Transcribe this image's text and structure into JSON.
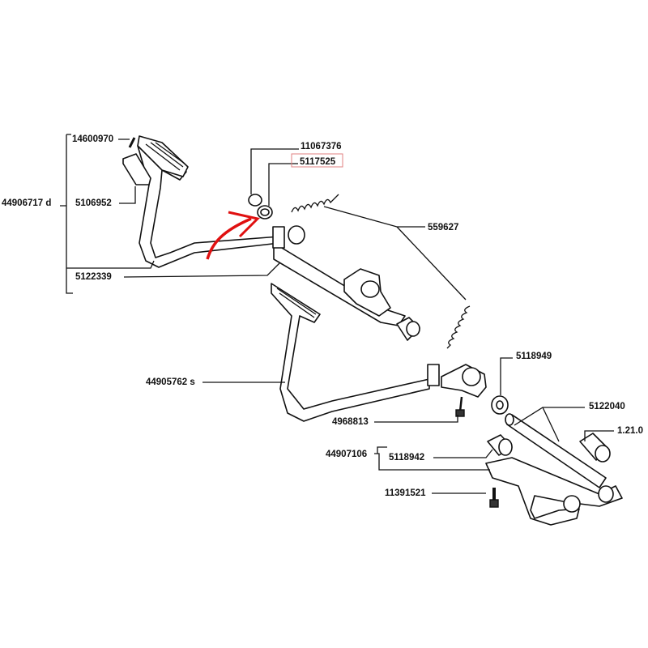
{
  "diagram": {
    "labels": {
      "p14600970": "14600970",
      "p44906717": "44906717 d",
      "p5106952": "5106952",
      "p5122339": "5122339",
      "p11067376": "11067376",
      "p5117525": "5117525",
      "p559627": "559627",
      "p44905762": "44905762 s",
      "p4968813": "4968813",
      "p5118949": "5118949",
      "p5122040": "5122040",
      "p1210": "1.21.0",
      "p44907106": "44907106",
      "p5118942": "5118942",
      "p11391521": "11391521"
    },
    "highlighted_part": "5117525",
    "colors": {
      "highlight_box": "#e08080",
      "arrow": "#e01010",
      "ink": "#111111"
    }
  }
}
